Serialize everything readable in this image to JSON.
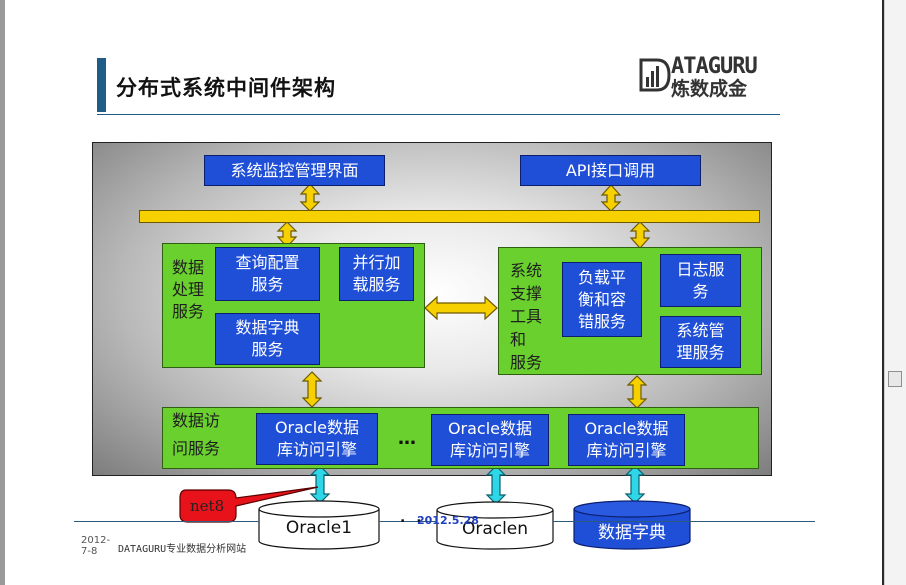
{
  "slide": {
    "title": "分布式系统中间件架构",
    "logo": {
      "top": "ATAGURU",
      "bottom": "炼数成金"
    }
  },
  "top_boxes": {
    "monitor": "系统监控管理界面",
    "api": "API接口调用"
  },
  "data_processing": {
    "label": "数据\n处理\n服务",
    "query_config": "查询配置\n服务",
    "parallel_load": "并行加\n载服务",
    "dictionary": "数据字典\n服务"
  },
  "system_support": {
    "label": "系统\n支撑\n工具\n和\n服务",
    "load_balance": "负载平\n衡和容\n错服务",
    "log": "日志服\n务",
    "sys_mgmt": "系统管\n理服务"
  },
  "data_access": {
    "label": "数据访\n\n问服务",
    "engine_1": "Oracle数据\n库访问引擎",
    "engine_2": "Oracle数据\n库访问引擎",
    "engine_3": "Oracle数据\n库访问引擎",
    "ellipsis": "…"
  },
  "databases": {
    "db1": "Oracle1",
    "dbn": "Oraclen",
    "dict": "数据字典",
    "ellipsis": ". ."
  },
  "callout": {
    "label": "net8"
  },
  "footer": {
    "date": "2012-\n7-8",
    "site": "DATAGURU专业数据分析网站",
    "stamp": "2012.5.28"
  },
  "colors": {
    "blue_box": "#1f4fd6",
    "green_box": "#6ad02e",
    "yellow_arrow": "#f7d000",
    "cyan_arrow": "#2fd6e8",
    "callout_red": "#e8121a",
    "title_bar": "#1f5d86"
  }
}
